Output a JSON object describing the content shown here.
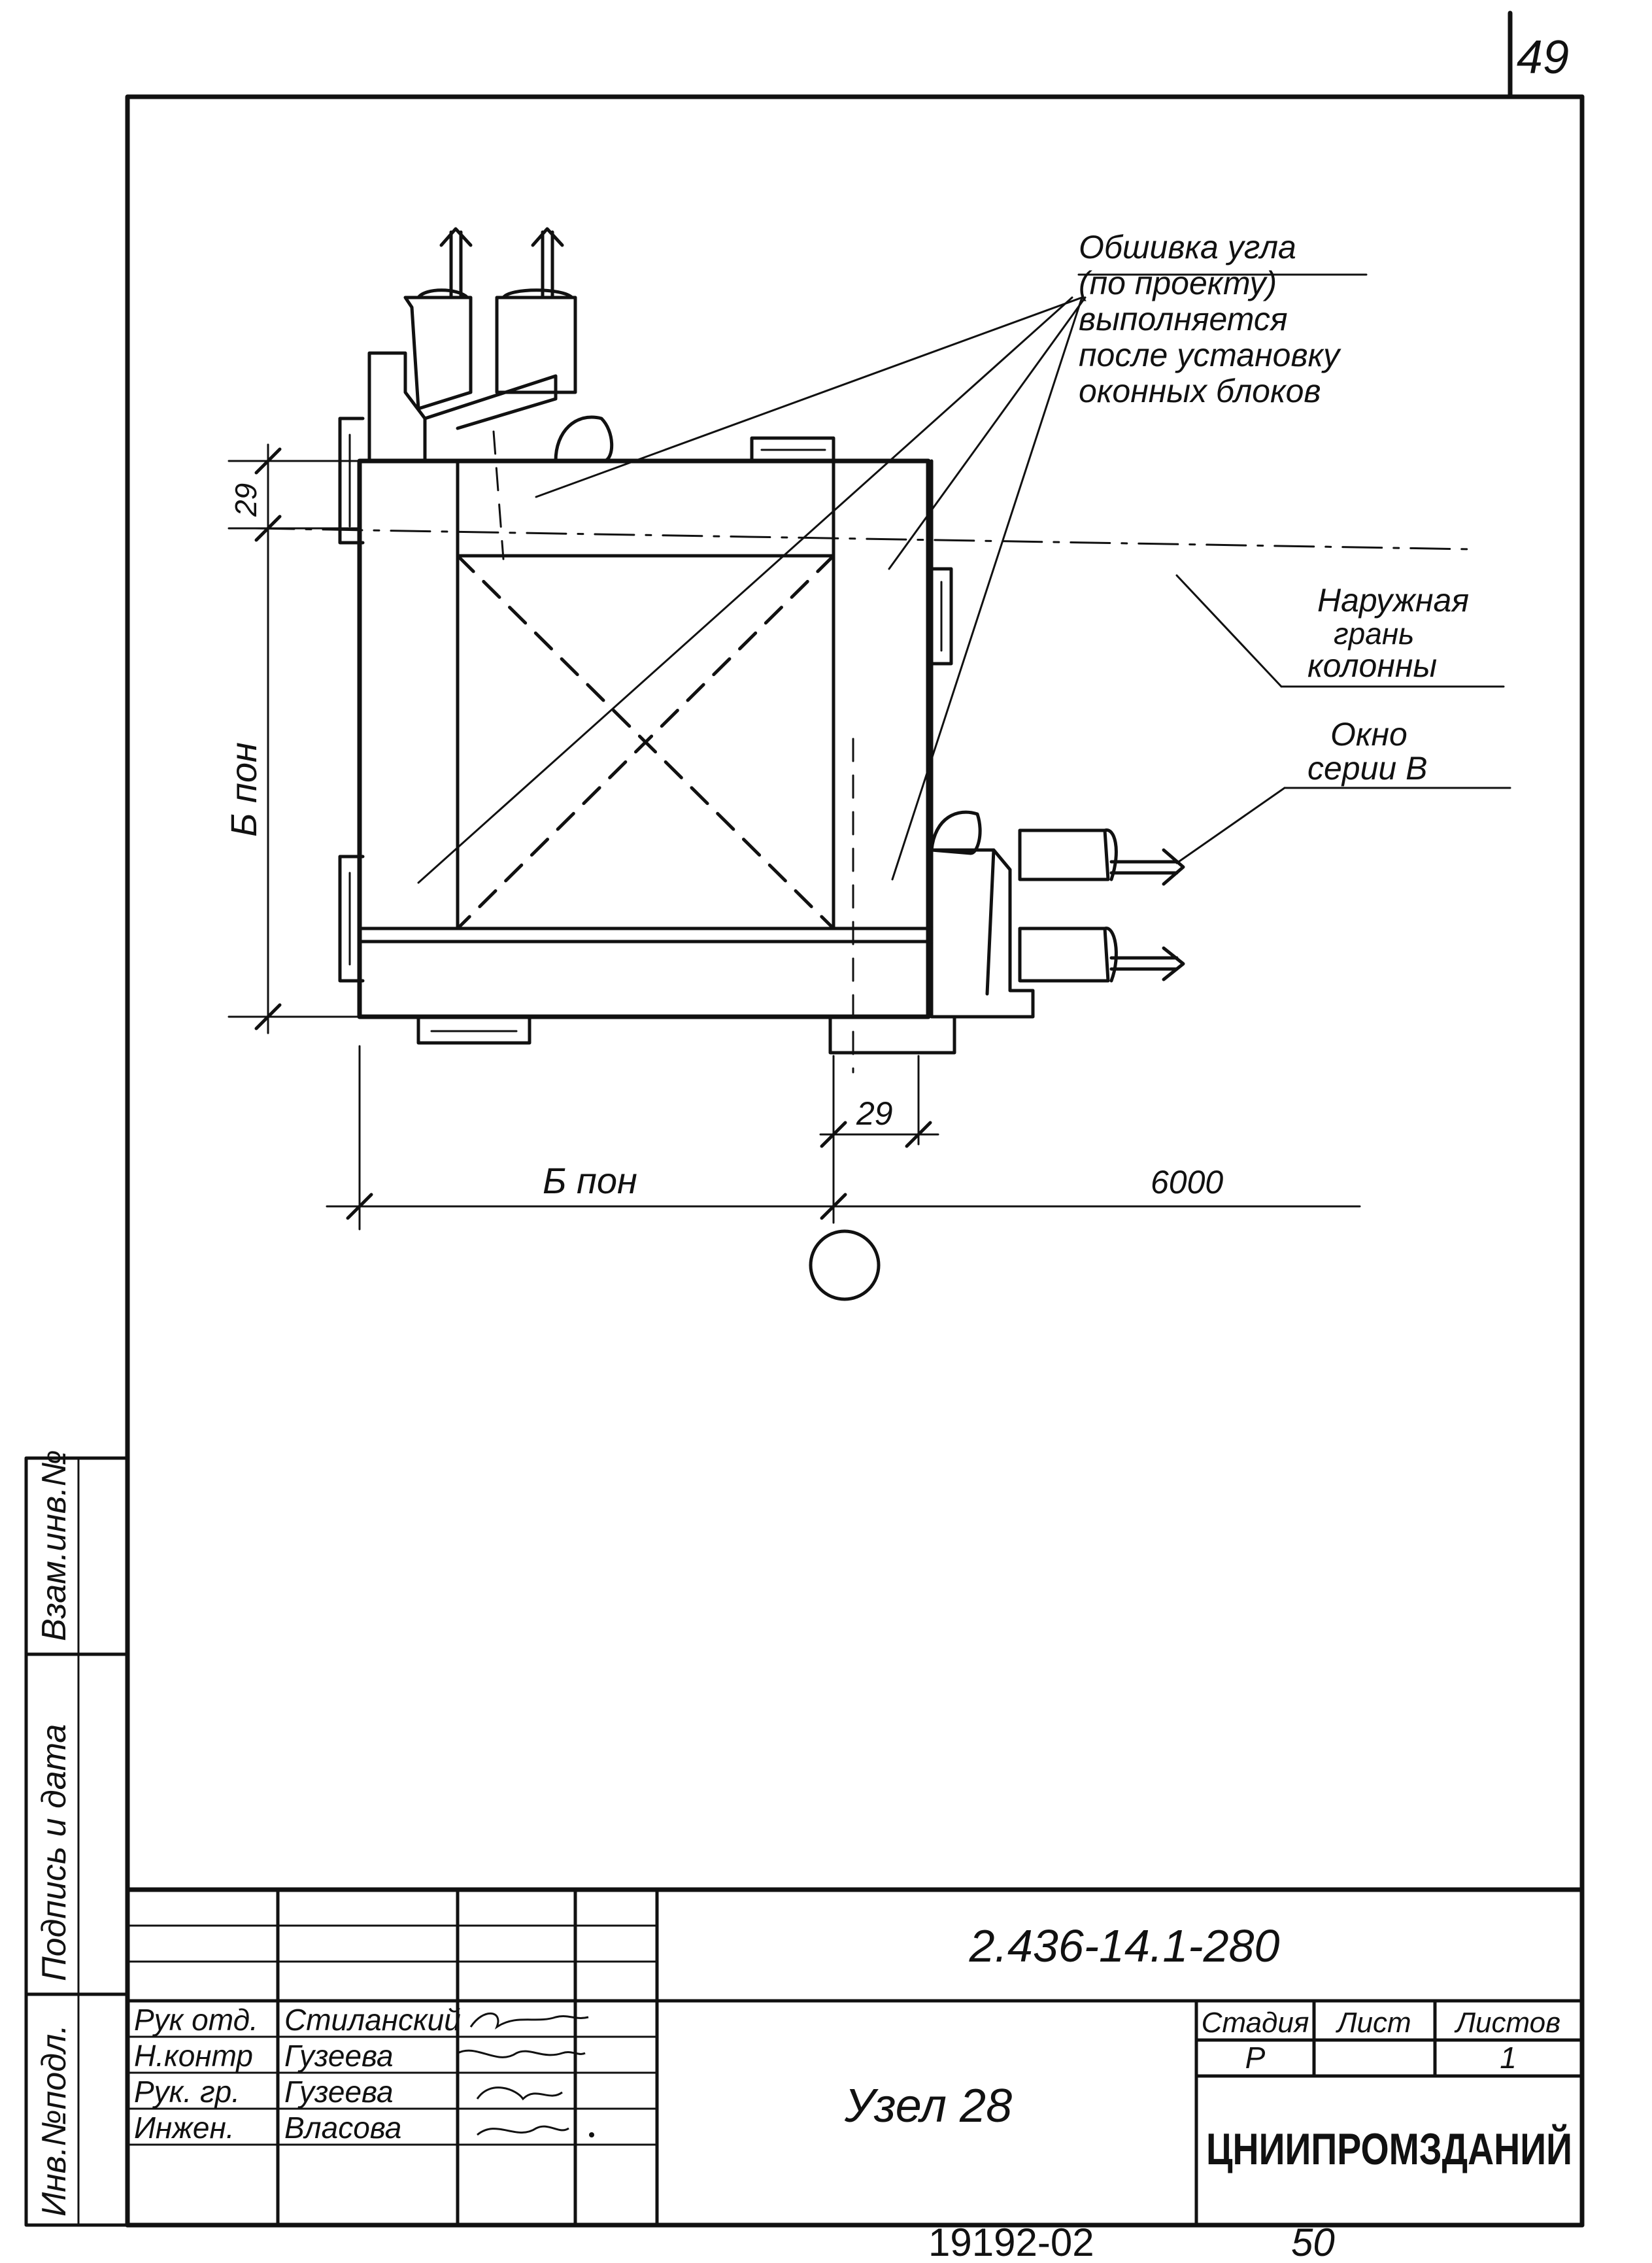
{
  "sheet": {
    "page_number": "49"
  },
  "annotations": {
    "corner_cladding": [
      "Обшивка угла",
      "(по проекту)",
      "выполняется",
      "после установку",
      "оконных блоков"
    ],
    "outer_face": [
      "Наружная",
      "грань",
      "колонны"
    ],
    "windows": [
      "Окно",
      "серии В"
    ]
  },
  "dimensions": {
    "top_offset": "29",
    "column_height": "Б пон",
    "bottom_offset": "29",
    "column_width": "Б пон",
    "span": "6000"
  },
  "title_block": {
    "document_code": "2.436-14.1-280",
    "drawing_title": "Узел 28",
    "organization": "ЦНИИПРОМЗДАНИЙ",
    "stage_label": "Стадия",
    "sheet_label": "Лист",
    "sheets_label": "Листов",
    "stage_value": "Р",
    "sheet_value": "",
    "sheets_value": "1",
    "roles": [
      "Рук отд.",
      "Н.контр",
      "Рук. гр.",
      "Инжен."
    ],
    "names": [
      "Стиланский",
      "Гузеева",
      "Гузеева",
      "Власова"
    ],
    "side_labels": [
      "Инв.№подл.",
      "Подпись и дата",
      "Взам.инв.№"
    ]
  },
  "footer": {
    "archive_number": "19192-02",
    "frame_number": "50"
  }
}
